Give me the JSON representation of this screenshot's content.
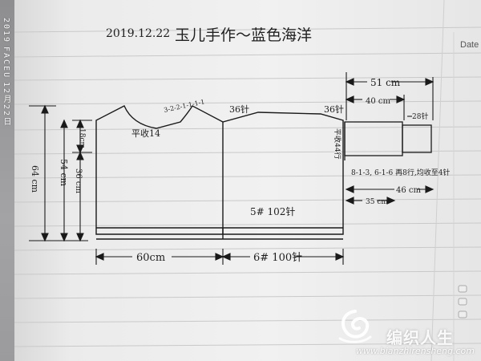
{
  "header": {
    "date": "2019.12.22",
    "title": "玉儿手作～蓝色海洋"
  },
  "paper": {
    "date_label": "Date"
  },
  "camera_stamp": {
    "year": "2019",
    "brand": "FACEU",
    "date": "12月22日"
  },
  "dimensions": {
    "total_height": "64 cm",
    "body_height": "54 cm",
    "lower_height": "36 cm",
    "armhole_height": "18cm",
    "width": "60cm",
    "neck_decrease": "3-2-2-1-1-1-1",
    "neck_flat": "平收14",
    "shoulder_stitches_left": "36针",
    "shoulder_stitches_right": "36针",
    "body_stitches": "5# 102针",
    "rib_stitches": "6# 100针"
  },
  "sleeve": {
    "length_total": "51 cm",
    "length_upper": "40 cm",
    "cuff_stitches": "28针",
    "top_rows": "平收44行",
    "decrease_note": "8-1-3, 6-1-6 再8行,均收至4针",
    "length_46": "46 cm",
    "length_35": "35 cm"
  },
  "watermark": {
    "text": "编织人生",
    "url": "www.bianzhirensheng.com"
  }
}
